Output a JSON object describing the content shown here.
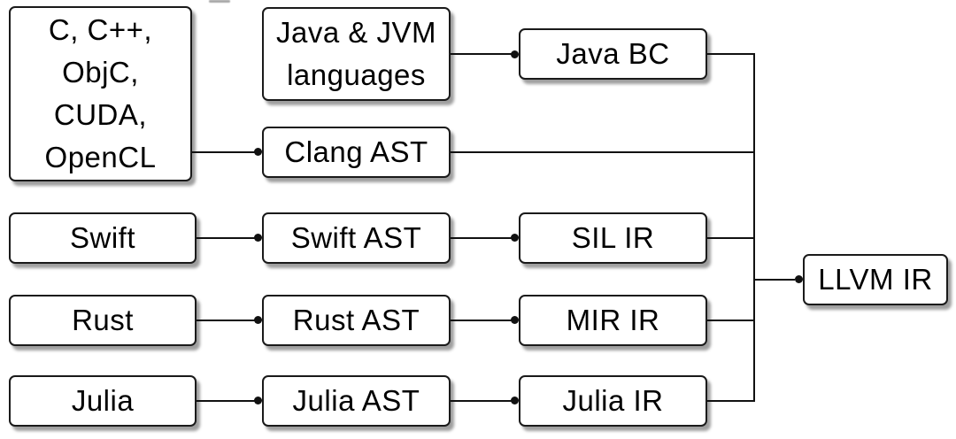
{
  "diagram": {
    "description": "Language frontends and intermediate representations converging into LLVM IR",
    "colors": {
      "box_background": "#ffffff",
      "box_border": "#1a1a1a",
      "line": "#111111",
      "text": "#000000",
      "shadow": "rgba(0,0,0,0.38)"
    },
    "nodes": [
      {
        "id": "c-family",
        "label": "C, C++,\nObjC,\nCUDA,\nOpenCL"
      },
      {
        "id": "java-jvm",
        "label": "Java & JVM\nlanguages"
      },
      {
        "id": "java-bc",
        "label": "Java BC"
      },
      {
        "id": "clang-ast",
        "label": "Clang AST"
      },
      {
        "id": "swift",
        "label": "Swift"
      },
      {
        "id": "swift-ast",
        "label": "Swift AST"
      },
      {
        "id": "sil-ir",
        "label": "SIL IR"
      },
      {
        "id": "rust",
        "label": "Rust"
      },
      {
        "id": "rust-ast",
        "label": "Rust AST"
      },
      {
        "id": "mir-ir",
        "label": "MIR IR"
      },
      {
        "id": "julia",
        "label": "Julia"
      },
      {
        "id": "julia-ast",
        "label": "Julia AST"
      },
      {
        "id": "julia-ir",
        "label": "Julia IR"
      },
      {
        "id": "llvm-ir",
        "label": "LLVM IR"
      }
    ],
    "edges": [
      {
        "from": "java-jvm",
        "to": "java-bc"
      },
      {
        "from": "java-bc",
        "to": "llvm-ir"
      },
      {
        "from": "c-family",
        "to": "clang-ast"
      },
      {
        "from": "clang-ast",
        "to": "llvm-ir"
      },
      {
        "from": "swift",
        "to": "swift-ast"
      },
      {
        "from": "swift-ast",
        "to": "sil-ir"
      },
      {
        "from": "sil-ir",
        "to": "llvm-ir"
      },
      {
        "from": "rust",
        "to": "rust-ast"
      },
      {
        "from": "rust-ast",
        "to": "mir-ir"
      },
      {
        "from": "mir-ir",
        "to": "llvm-ir"
      },
      {
        "from": "julia",
        "to": "julia-ast"
      },
      {
        "from": "julia-ast",
        "to": "julia-ir"
      },
      {
        "from": "julia-ir",
        "to": "llvm-ir"
      }
    ]
  }
}
